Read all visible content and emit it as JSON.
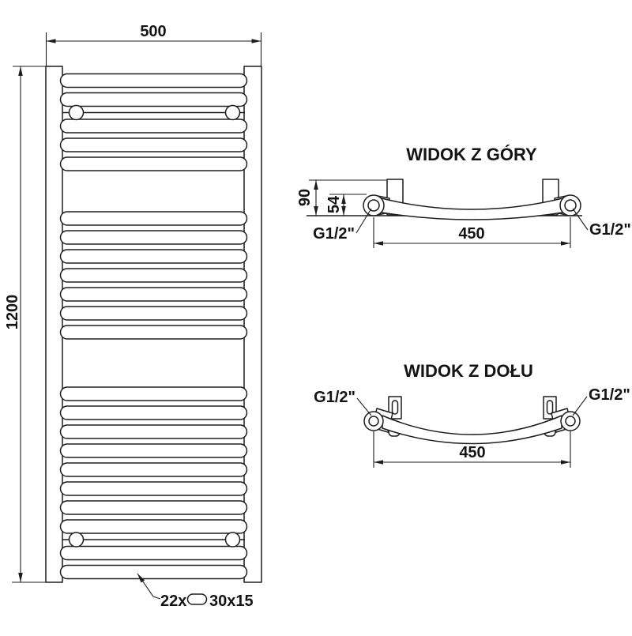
{
  "front_view": {
    "width_label": "500",
    "height_label": "1200",
    "tube_note_prefix": "22x",
    "tube_note_suffix": "30x15",
    "rung_count": 22,
    "rung_groups": [
      5,
      7,
      10
    ]
  },
  "top_view": {
    "title": "WIDOK Z GÓRY",
    "depth_label": "90",
    "axis_depth_label": "54",
    "span_label": "450",
    "left_connection_label": "G1/2\"",
    "right_connection_label": "G1/2\""
  },
  "bottom_view": {
    "title": "WIDOK Z DOŁU",
    "span_label": "450",
    "left_connection_label": "G1/2\"",
    "right_connection_label": "G1/2\""
  },
  "colors": {
    "line": "#1d1d1d",
    "background": "#ffffff"
  }
}
